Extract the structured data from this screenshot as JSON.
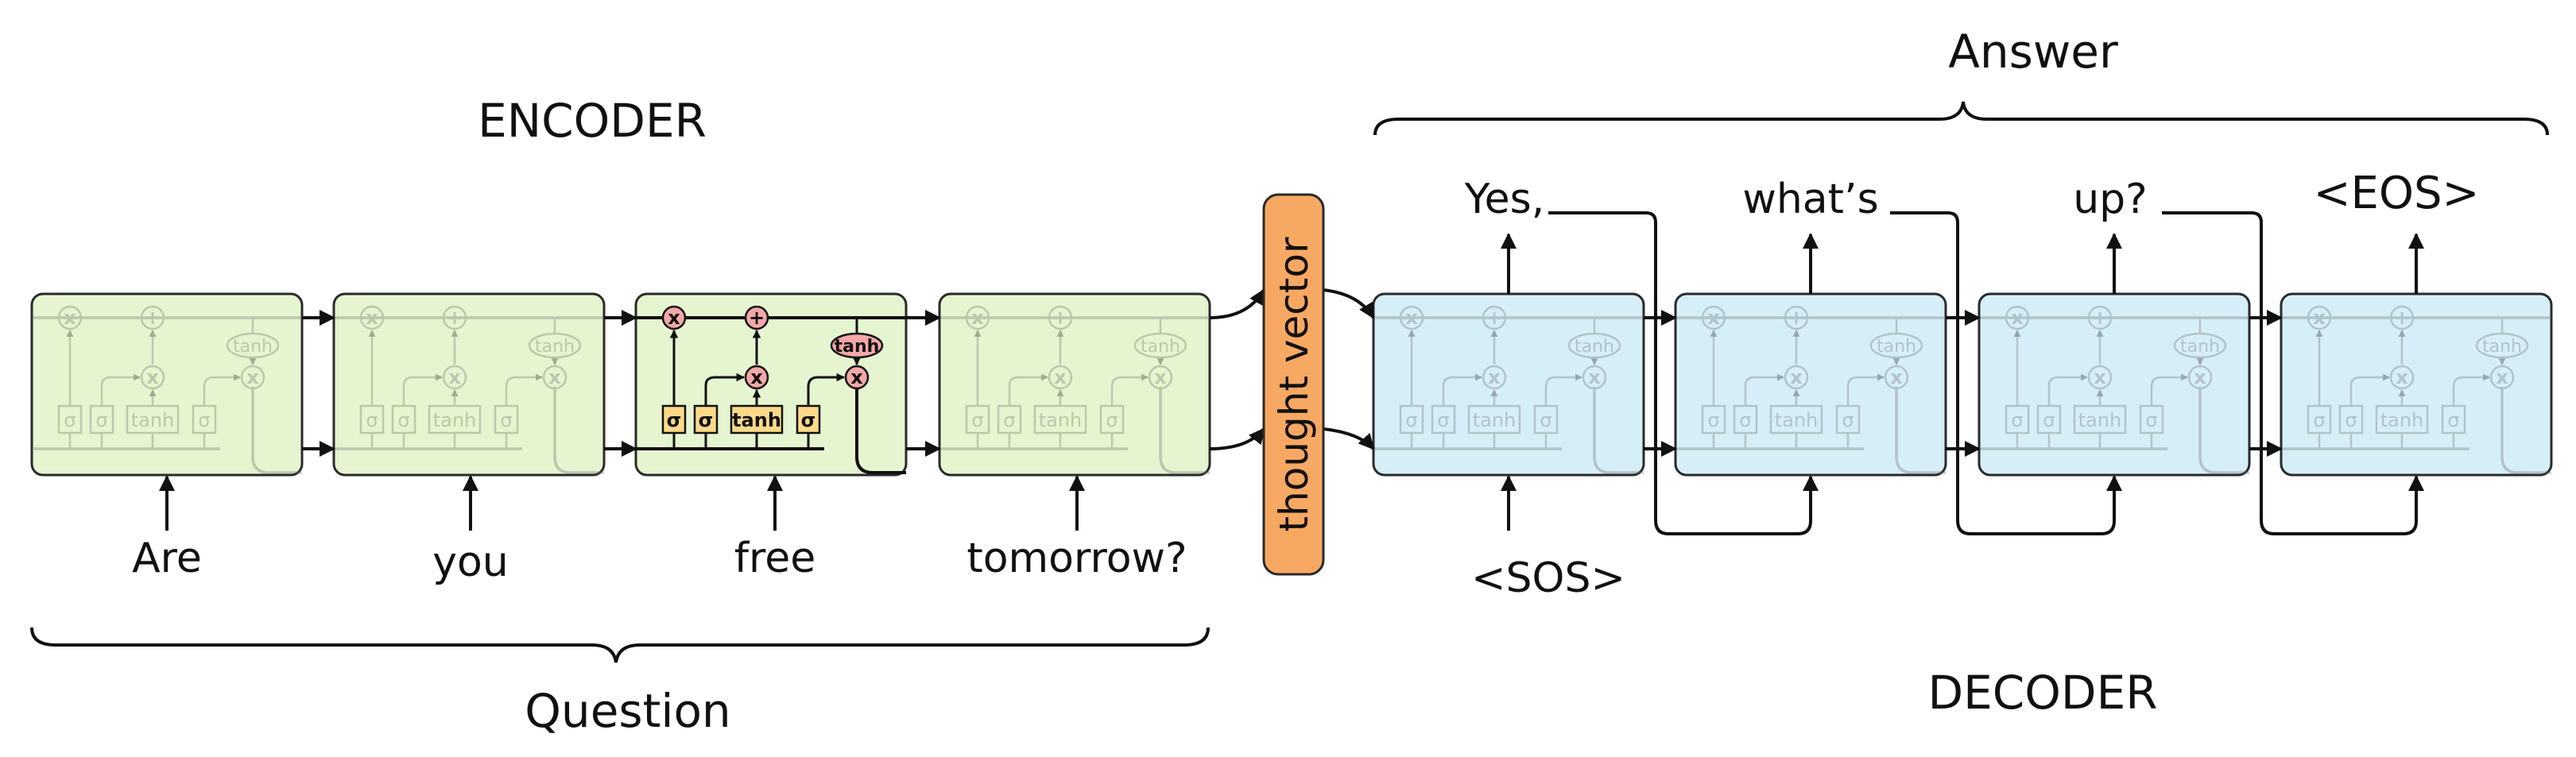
{
  "encoder": {
    "title": "ENCODER",
    "group_label": "Question",
    "inputs": [
      "Are",
      "you",
      "free",
      "tomorrow?"
    ],
    "cell_color": "#e5f5cf"
  },
  "thought_vector": {
    "label": "thought vector",
    "color": "#f7a862"
  },
  "decoder": {
    "title": "DECODER",
    "group_label": "Answer",
    "start_token": "<SOS>",
    "outputs": [
      "Yes,",
      "what’s",
      "up?",
      "<EOS>"
    ],
    "cell_color": "#d6eef8"
  },
  "lstm_cell": {
    "sigma": "σ",
    "tanh": "tanh",
    "multiply": "x",
    "add": "+",
    "gate_color": "#fbd98a",
    "op_color": "#f4a7a7"
  }
}
